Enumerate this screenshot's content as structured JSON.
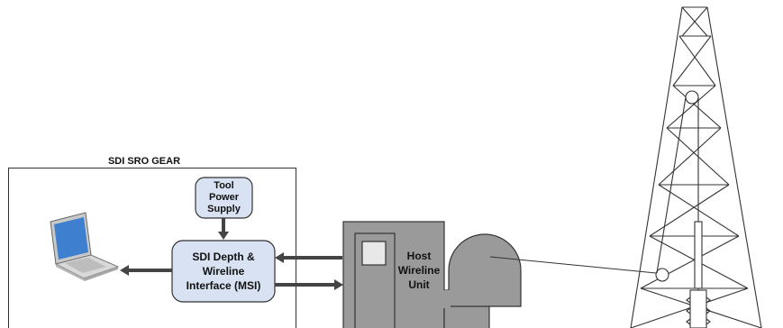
{
  "diagram": {
    "gear_box": {
      "title": "SDI SRO GEAR"
    },
    "power_supply": {
      "lines": [
        "Tool",
        "Power",
        "Supply"
      ]
    },
    "interface": {
      "lines": [
        "SDI Depth &",
        "Wireline",
        "Interface (MSI)"
      ]
    },
    "wireline_unit": {
      "lines": [
        "Host",
        "Wireline",
        "Unit"
      ]
    },
    "laptop": {
      "icon": "laptop-icon"
    },
    "derrick": {
      "icon": "derrick-icon"
    },
    "colors": {
      "box_fill": "#d8e2f2",
      "unit_fill": "#9a9a9a",
      "stroke": "#333333",
      "screen": "#3f7fd0"
    }
  }
}
